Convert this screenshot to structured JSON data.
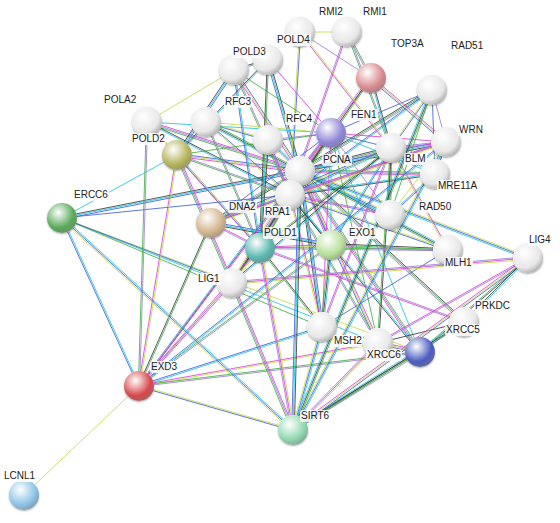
{
  "diagram": {
    "nodes": [
      {
        "text": [
          "RMI2"
        ]
      },
      {
        "text": [
          "RMI1"
        ]
      },
      {
        "text": [
          "TOP3A"
        ]
      },
      {
        "text": [
          "RAD51"
        ]
      },
      {
        "text": [
          "POLD4"
        ]
      },
      {
        "text": [
          "POLD3"
        ]
      },
      {
        "text": [
          "POLA2"
        ]
      },
      {
        "text": [
          "RFC3"
        ]
      },
      {
        "text": [
          "RFC4"
        ]
      },
      {
        "text": [
          "FEN1"
        ]
      },
      {
        "text": [
          "BLM"
        ]
      },
      {
        "text": [
          "WRN"
        ]
      },
      {
        "text": [
          "POLD2"
        ]
      },
      {
        "text": [
          "MRE11A"
        ]
      },
      {
        "text": [
          "PCNA"
        ]
      },
      {
        "text": [
          "RAD50"
        ]
      },
      {
        "text": [
          "RPA1"
        ]
      },
      {
        "text": [
          "DNA2"
        ]
      },
      {
        "text": [
          "ERCC6"
        ]
      },
      {
        "text": [
          "POLD1"
        ]
      },
      {
        "text": [
          "EXO1"
        ]
      },
      {
        "text": [
          "MLH1"
        ]
      },
      {
        "text": [
          "LIG4"
        ]
      },
      {
        "text": [
          "LIG1"
        ]
      },
      {
        "text": [
          "PRKDC"
        ]
      },
      {
        "text": [
          "MSH2"
        ]
      },
      {
        "text": [
          "XRCC6"
        ]
      },
      {
        "text": [
          "XRCC5"
        ]
      },
      {
        "text": [
          "EXD3"
        ]
      },
      {
        "text": [
          "SIRT6"
        ]
      },
      {
        "text": [
          "LCNL1"
        ]
      }
    ],
    "edges": [
      {
        "from": 14,
        "to": 4,
        "arrow": "none"
      },
      {
        "from": 14,
        "to": 5,
        "arrow": "none"
      },
      {
        "from": 14,
        "to": 6,
        "arrow": "none"
      },
      {
        "from": 14,
        "to": 7,
        "arrow": "none"
      },
      {
        "from": 14,
        "to": 8,
        "arrow": "none"
      },
      {
        "from": 14,
        "to": 9,
        "arrow": "none"
      },
      {
        "from": 14,
        "to": 10,
        "arrow": "none"
      },
      {
        "from": 14,
        "to": 11,
        "arrow": "none"
      },
      {
        "from": 14,
        "to": 12,
        "arrow": "none"
      },
      {
        "from": 14,
        "to": 13,
        "arrow": "none"
      },
      {
        "from": 14,
        "to": 15,
        "arrow": "none"
      },
      {
        "from": 14,
        "to": 16,
        "arrow": "none"
      },
      {
        "from": 14,
        "to": 17,
        "arrow": "none"
      },
      {
        "from": 14,
        "to": 19,
        "arrow": "none"
      },
      {
        "from": 14,
        "to": 20,
        "arrow": "none"
      },
      {
        "from": 14,
        "to": 21,
        "arrow": "none"
      },
      {
        "from": 14,
        "to": 22,
        "arrow": "none"
      },
      {
        "from": 14,
        "to": 23,
        "arrow": "none"
      },
      {
        "from": 14,
        "to": 24,
        "arrow": "none"
      },
      {
        "from": 14,
        "to": 25,
        "arrow": "none"
      },
      {
        "from": 14,
        "to": 26,
        "arrow": "none"
      },
      {
        "from": 14,
        "to": 27,
        "arrow": "none"
      },
      {
        "from": 14,
        "to": 3,
        "arrow": "none"
      },
      {
        "from": 14,
        "to": 2,
        "arrow": "none"
      },
      {
        "from": 14,
        "to": 18,
        "arrow": "none"
      },
      {
        "from": 16,
        "to": 0,
        "arrow": "none"
      },
      {
        "from": 16,
        "to": 1,
        "arrow": "none"
      },
      {
        "from": 16,
        "to": 2,
        "arrow": "none"
      },
      {
        "from": 16,
        "to": 3,
        "arrow": "none"
      },
      {
        "from": 16,
        "to": 5,
        "arrow": "none"
      },
      {
        "from": 16,
        "to": 6,
        "arrow": "none"
      },
      {
        "from": 16,
        "to": 7,
        "arrow": "none"
      },
      {
        "from": 16,
        "to": 8,
        "arrow": "none"
      },
      {
        "from": 16,
        "to": 9,
        "arrow": "none"
      },
      {
        "from": 16,
        "to": 10,
        "arrow": "none"
      },
      {
        "from": 16,
        "to": 11,
        "arrow": "none"
      },
      {
        "from": 16,
        "to": 12,
        "arrow": "none"
      },
      {
        "from": 16,
        "to": 13,
        "arrow": "none"
      },
      {
        "from": 16,
        "to": 15,
        "arrow": "none"
      },
      {
        "from": 16,
        "to": 17,
        "arrow": "none"
      },
      {
        "from": 16,
        "to": 19,
        "arrow": "none"
      },
      {
        "from": 16,
        "to": 20,
        "arrow": "none"
      },
      {
        "from": 16,
        "to": 21,
        "arrow": "none"
      },
      {
        "from": 16,
        "to": 23,
        "arrow": "none"
      },
      {
        "from": 16,
        "to": 25,
        "arrow": "none"
      },
      {
        "from": 16,
        "to": 26,
        "arrow": "none"
      },
      {
        "from": 16,
        "to": 27,
        "arrow": "none"
      },
      {
        "from": 9,
        "to": 4,
        "arrow": "none"
      },
      {
        "from": 9,
        "to": 5,
        "arrow": "none"
      },
      {
        "from": 9,
        "to": 6,
        "arrow": "none"
      },
      {
        "from": 9,
        "to": 7,
        "arrow": "none"
      },
      {
        "from": 9,
        "to": 8,
        "arrow": "none"
      },
      {
        "from": 9,
        "to": 10,
        "arrow": "none"
      },
      {
        "from": 9,
        "to": 11,
        "arrow": "none"
      },
      {
        "from": 9,
        "to": 12,
        "arrow": "none"
      },
      {
        "from": 9,
        "to": 13,
        "arrow": "none"
      },
      {
        "from": 9,
        "to": 15,
        "arrow": "none"
      },
      {
        "from": 9,
        "to": 17,
        "arrow": "none"
      },
      {
        "from": 9,
        "to": 19,
        "arrow": "none"
      },
      {
        "from": 9,
        "to": 20,
        "arrow": "none"
      },
      {
        "from": 9,
        "to": 23,
        "arrow": "none"
      },
      {
        "from": 9,
        "to": 3,
        "arrow": "none"
      },
      {
        "from": 9,
        "to": 25,
        "arrow": "none"
      },
      {
        "from": 9,
        "to": 26,
        "arrow": "none"
      },
      {
        "from": 9,
        "to": 27,
        "arrow": "none"
      },
      {
        "from": 10,
        "to": 0,
        "arrow": "none"
      },
      {
        "from": 10,
        "to": 1,
        "arrow": "none"
      },
      {
        "from": 10,
        "to": 2,
        "arrow": "none"
      },
      {
        "from": 10,
        "to": 3,
        "arrow": "none"
      },
      {
        "from": 10,
        "to": 11,
        "arrow": "none"
      },
      {
        "from": 10,
        "to": 13,
        "arrow": "none"
      },
      {
        "from": 10,
        "to": 15,
        "arrow": "none"
      },
      {
        "from": 10,
        "to": 17,
        "arrow": "none"
      },
      {
        "from": 10,
        "to": 20,
        "arrow": "none"
      },
      {
        "from": 10,
        "to": 21,
        "arrow": "none"
      },
      {
        "from": 10,
        "to": 25,
        "arrow": "none"
      },
      {
        "from": 10,
        "to": 26,
        "arrow": "none"
      },
      {
        "from": 10,
        "to": 19,
        "arrow": "none"
      },
      {
        "from": 10,
        "to": 23,
        "arrow": "none"
      },
      {
        "from": 19,
        "to": 4,
        "arrow": "none"
      },
      {
        "from": 19,
        "to": 5,
        "arrow": "none"
      },
      {
        "from": 19,
        "to": 12,
        "arrow": "none"
      },
      {
        "from": 19,
        "to": 6,
        "arrow": "none"
      },
      {
        "from": 19,
        "to": 7,
        "arrow": "none"
      },
      {
        "from": 19,
        "to": 8,
        "arrow": "none"
      },
      {
        "from": 19,
        "to": 17,
        "arrow": "none"
      },
      {
        "from": 19,
        "to": 20,
        "arrow": "none"
      },
      {
        "from": 19,
        "to": 23,
        "arrow": "none"
      },
      {
        "from": 19,
        "to": 25,
        "arrow": "none"
      },
      {
        "from": 19,
        "to": 21,
        "arrow": "none"
      },
      {
        "from": 19,
        "to": 24,
        "arrow": "none"
      },
      {
        "from": 0,
        "to": 1,
        "arrow": "none"
      },
      {
        "from": 0,
        "to": 2,
        "arrow": "none"
      },
      {
        "from": 1,
        "to": 2,
        "arrow": "none"
      },
      {
        "from": 2,
        "to": 11,
        "arrow": "none"
      },
      {
        "from": 3,
        "to": 13,
        "arrow": "none"
      },
      {
        "from": 3,
        "to": 15,
        "arrow": "none"
      },
      {
        "from": 3,
        "to": 11,
        "arrow": "none"
      },
      {
        "from": 13,
        "to": 15,
        "arrow": "none"
      },
      {
        "from": 13,
        "to": 11,
        "arrow": "none"
      },
      {
        "from": 15,
        "to": 11,
        "arrow": "none"
      },
      {
        "from": 21,
        "to": 25,
        "arrow": "none"
      },
      {
        "from": 20,
        "to": 21,
        "arrow": "none"
      },
      {
        "from": 20,
        "to": 25,
        "arrow": "none"
      },
      {
        "from": 22,
        "to": 26,
        "arrow": "none"
      },
      {
        "from": 22,
        "to": 27,
        "arrow": "none"
      },
      {
        "from": 22,
        "to": 24,
        "arrow": "none"
      },
      {
        "from": 24,
        "to": 26,
        "arrow": "none"
      },
      {
        "from": 24,
        "to": 27,
        "arrow": "none"
      },
      {
        "from": 26,
        "to": 27,
        "arrow": "none"
      },
      {
        "from": 4,
        "to": 5,
        "arrow": "none"
      },
      {
        "from": 4,
        "to": 12,
        "arrow": "none"
      },
      {
        "from": 5,
        "to": 12,
        "arrow": "none"
      },
      {
        "from": 7,
        "to": 8,
        "arrow": "none"
      },
      {
        "from": 6,
        "to": 12,
        "arrow": "none"
      },
      {
        "from": 6,
        "to": 5,
        "arrow": "none"
      },
      {
        "from": 17,
        "to": 11,
        "arrow": "none"
      },
      {
        "from": 17,
        "to": 20,
        "arrow": "none"
      },
      {
        "from": 23,
        "to": 12,
        "arrow": "none"
      },
      {
        "from": 23,
        "to": 22,
        "arrow": "none"
      },
      {
        "from": 18,
        "to": 26,
        "arrow": "none"
      },
      {
        "from": 18,
        "to": 27,
        "arrow": "none"
      },
      {
        "from": 18,
        "to": 25,
        "arrow": "none"
      },
      {
        "from": 18,
        "to": 23,
        "arrow": "none"
      },
      {
        "from": 18,
        "to": 12,
        "arrow": "none"
      },
      {
        "from": 18,
        "to": 16,
        "arrow": "none"
      },
      {
        "from": 28,
        "to": 30,
        "arrow": "none"
      },
      {
        "from": 28,
        "to": 29,
        "arrow": "none"
      },
      {
        "from": 28,
        "to": 18,
        "arrow": "none"
      },
      {
        "from": 28,
        "to": 19,
        "arrow": "none"
      },
      {
        "from": 28,
        "to": 12,
        "arrow": "none"
      },
      {
        "from": 28,
        "to": 17,
        "arrow": "none"
      },
      {
        "from": 28,
        "to": 23,
        "arrow": "none"
      },
      {
        "from": 28,
        "to": 25,
        "arrow": "none"
      },
      {
        "from": 28,
        "to": 26,
        "arrow": "none"
      },
      {
        "from": 28,
        "to": 27,
        "arrow": "none"
      },
      {
        "from": 28,
        "to": 20,
        "arrow": "none"
      },
      {
        "from": 28,
        "to": 14,
        "arrow": "none"
      },
      {
        "from": 28,
        "to": 9,
        "arrow": "none"
      },
      {
        "from": 28,
        "to": 11,
        "arrow": "none"
      },
      {
        "from": 28,
        "to": 6,
        "arrow": "none"
      },
      {
        "from": 29,
        "to": 18,
        "arrow": "none"
      },
      {
        "from": 29,
        "to": 27,
        "arrow": "none"
      },
      {
        "from": 29,
        "to": 26,
        "arrow": "none"
      },
      {
        "from": 29,
        "to": 24,
        "arrow": "none"
      },
      {
        "from": 29,
        "to": 25,
        "arrow": "none"
      },
      {
        "from": 29,
        "to": 23,
        "arrow": "none"
      },
      {
        "from": 29,
        "to": 14,
        "arrow": "none"
      },
      {
        "from": 29,
        "to": 11,
        "arrow": "none"
      },
      {
        "from": 29,
        "to": 22,
        "arrow": "none"
      },
      {
        "from": 29,
        "to": 3,
        "arrow": "none"
      },
      {
        "from": 29,
        "to": 19,
        "arrow": "none"
      }
    ]
  }
}
